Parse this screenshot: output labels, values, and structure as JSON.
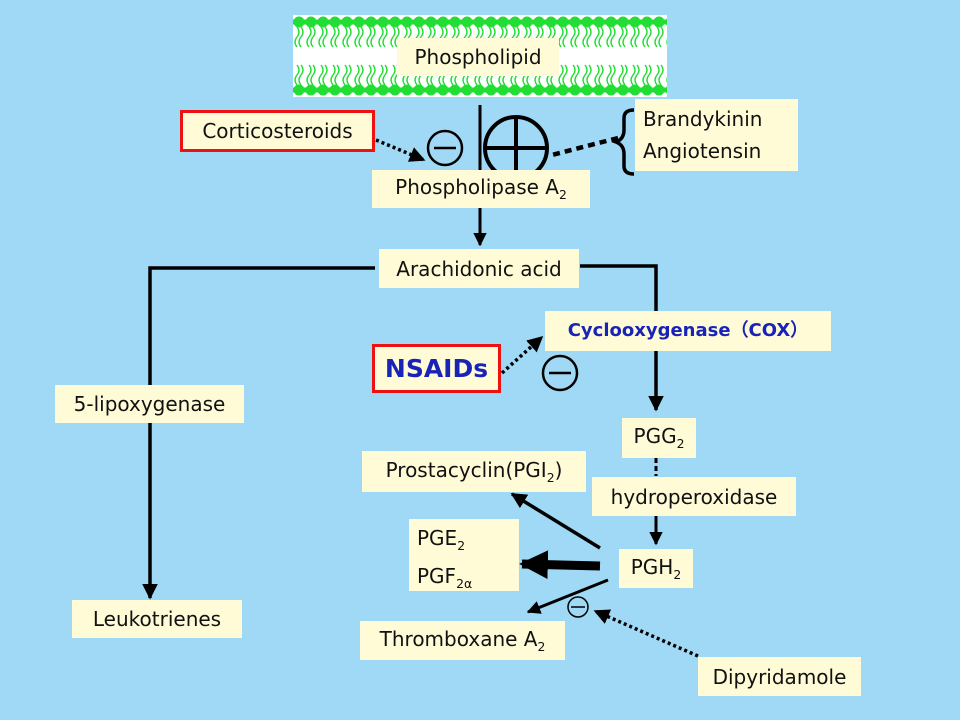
{
  "membrane_label": "Phospholipid",
  "corticosteroids": "Corticosteroids",
  "phospholipase": {
    "text": "Phospholipase A",
    "sub": "2"
  },
  "stimulators": {
    "line1": "Brandykinin",
    "line2": "Angiotensin"
  },
  "arachidonic": "Arachidonic acid",
  "cox": "Cyclooxygenase（COX）",
  "nsaids": "NSAIDs",
  "lipoxygenase": "5-lipoxygenase",
  "leukotrienes": "Leukotrienes",
  "pgg": {
    "text": "PGG",
    "sub": "2"
  },
  "prostacyclin": {
    "text": "Prostacyclin(PGI",
    "sub": "2",
    "close": ")"
  },
  "hydroperoxidase": "hydroperoxidase",
  "pge": {
    "text": "PGE",
    "sub": "2"
  },
  "pgf": {
    "text": "PGF",
    "sub": "2α"
  },
  "pgh": {
    "text": "PGH",
    "sub": "2"
  },
  "thromboxane": {
    "text": "Thromboxane A",
    "sub": "2"
  },
  "dipyridamole": "Dipyridamole",
  "colors": {
    "background": "#9fd9f5",
    "box": "#fffbd7",
    "lipid_green": "#22dd33",
    "red_border": "#e11111",
    "blue_text": "#1a23b8"
  }
}
